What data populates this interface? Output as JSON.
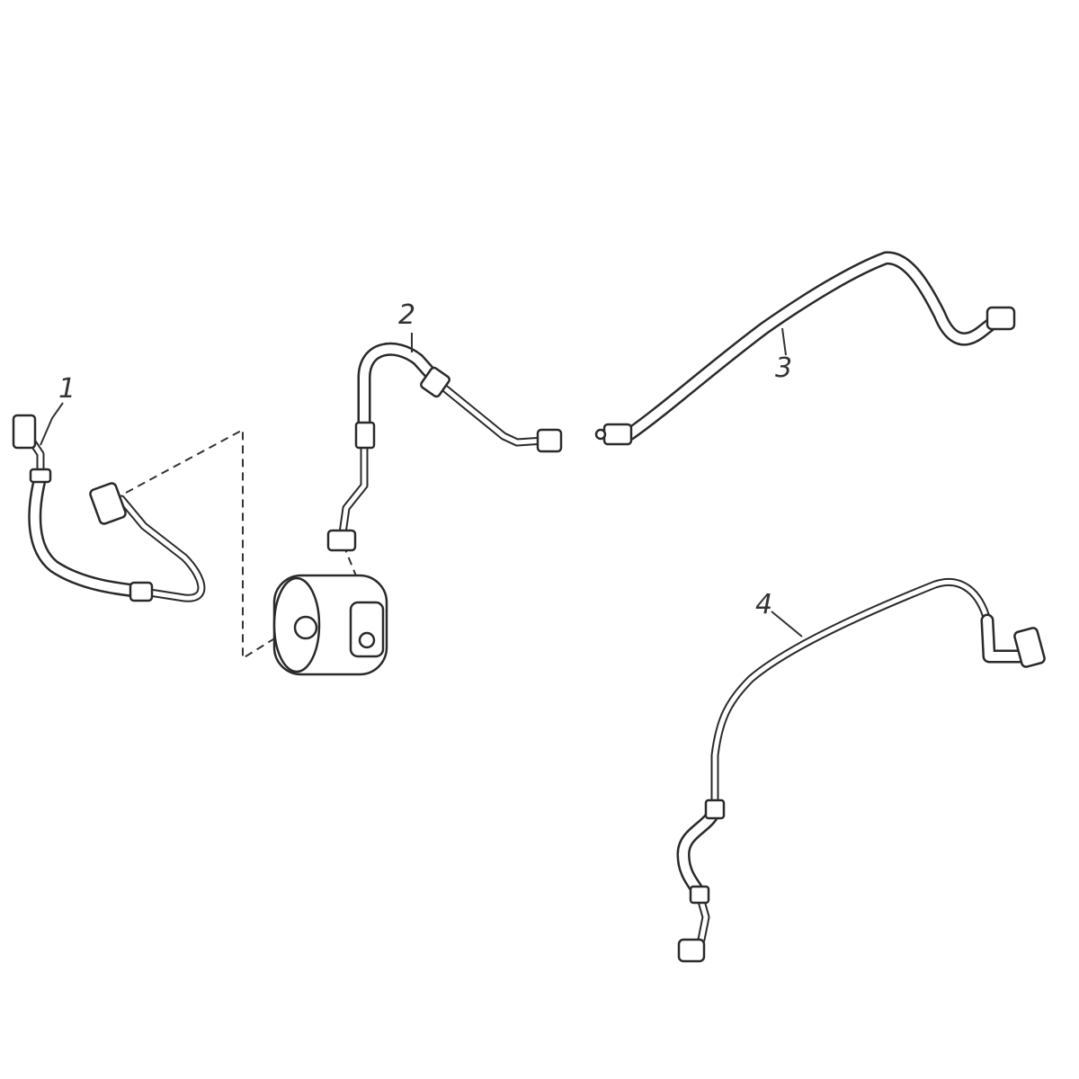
{
  "diagram": {
    "callouts": [
      {
        "id": "1",
        "label": "1"
      },
      {
        "id": "2",
        "label": "2"
      },
      {
        "id": "3",
        "label": "3"
      },
      {
        "id": "4",
        "label": "4"
      }
    ],
    "colors": {
      "line": "#2a2a2a",
      "background": "#ffffff"
    }
  }
}
